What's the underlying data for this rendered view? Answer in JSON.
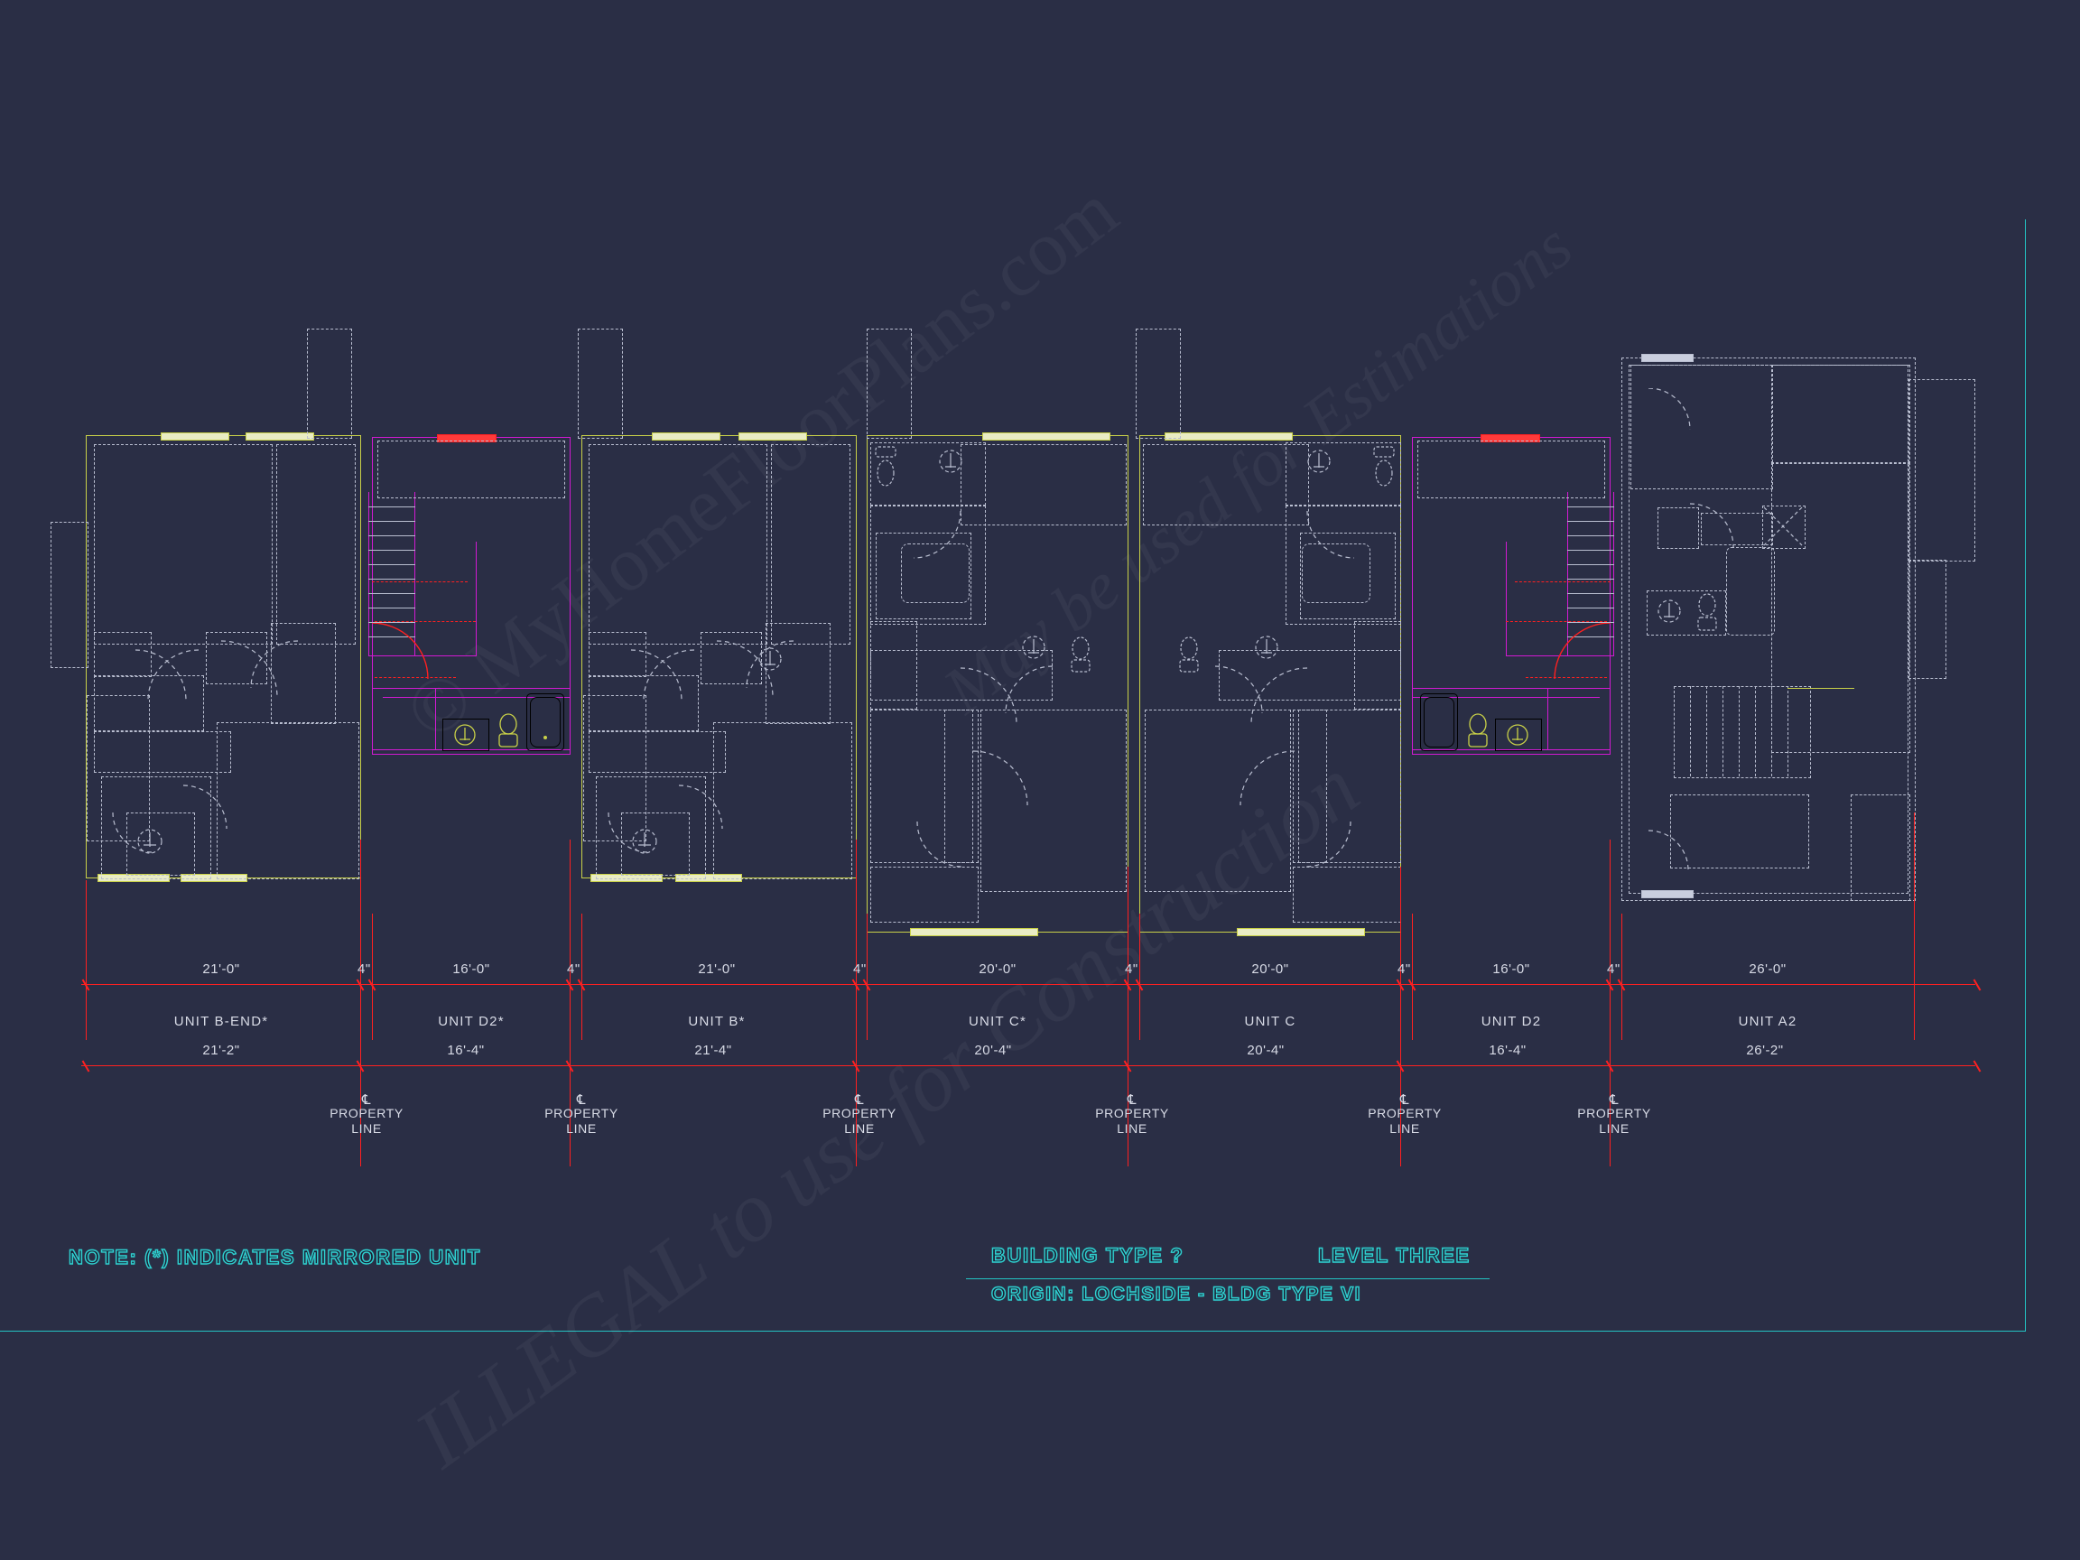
{
  "sheet": {
    "background_color": "#2a2e45",
    "border_color": "#23c4c4"
  },
  "watermark": {
    "line1": "© MyHomeFloorPlans.com",
    "line2": "ILLEGAL to use for Construction",
    "line3": "May be used for Estimations"
  },
  "note": {
    "text": "NOTE:  (*)  INDICATES MIRRORED UNIT",
    "color": "#2fd0d0"
  },
  "title_block": {
    "building_type": "BUILDING TYPE ?",
    "level": "LEVEL THREE",
    "origin": "ORIGIN: LOCHSIDE - BLDG TYPE VI",
    "color": "#2fd0d0"
  },
  "dimension_strings": {
    "top_row_label": "nominal widths",
    "bottom_row_label": "out-to-out widths",
    "color": "#ff2020"
  },
  "units": [
    {
      "name": "UNIT B-END*",
      "width_nominal": "21'-0\"",
      "width_overall": "21'-2\"",
      "mirrored": true
    },
    {
      "name": "UNIT D2*",
      "width_nominal": "16'-0\"",
      "width_overall": "16'-4\"",
      "mirrored": true
    },
    {
      "name": "UNIT B*",
      "width_nominal": "21'-0\"",
      "width_overall": "21'-4\"",
      "mirrored": true
    },
    {
      "name": "UNIT C*",
      "width_nominal": "20'-0\"",
      "width_overall": "20'-4\"",
      "mirrored": true
    },
    {
      "name": "UNIT C",
      "width_nominal": "20'-0\"",
      "width_overall": "20'-4\"",
      "mirrored": false
    },
    {
      "name": "UNIT D2",
      "width_nominal": "16'-0\"",
      "width_overall": "16'-4\"",
      "mirrored": false
    },
    {
      "name": "UNIT A2",
      "width_nominal": "26'-0\"",
      "width_overall": "26'-2\"",
      "mirrored": false
    }
  ],
  "party_walls": [
    {
      "label": "4\""
    },
    {
      "label": "4\""
    },
    {
      "label": "4\""
    },
    {
      "label": "4\""
    },
    {
      "label": "4\""
    },
    {
      "label": "4\""
    }
  ],
  "property_lines": [
    {
      "symbol": "℄",
      "line1": "PROPERTY",
      "line2": "LINE"
    },
    {
      "symbol": "℄",
      "line1": "PROPERTY",
      "line2": "LINE"
    },
    {
      "symbol": "℄",
      "line1": "PROPERTY",
      "line2": "LINE"
    },
    {
      "symbol": "℄",
      "line1": "PROPERTY",
      "line2": "LINE"
    },
    {
      "symbol": "℄",
      "line1": "PROPERTY",
      "line2": "LINE"
    },
    {
      "symbol": "℄",
      "line1": "PROPERTY",
      "line2": "LINE"
    }
  ],
  "legend_colors": {
    "ghost_reference": "#b9bed0",
    "structural_wall": "#c9d148",
    "demising_wall": "#d21ad2",
    "dimension_line": "#ff2020",
    "annotation": "#2fd0d0"
  }
}
